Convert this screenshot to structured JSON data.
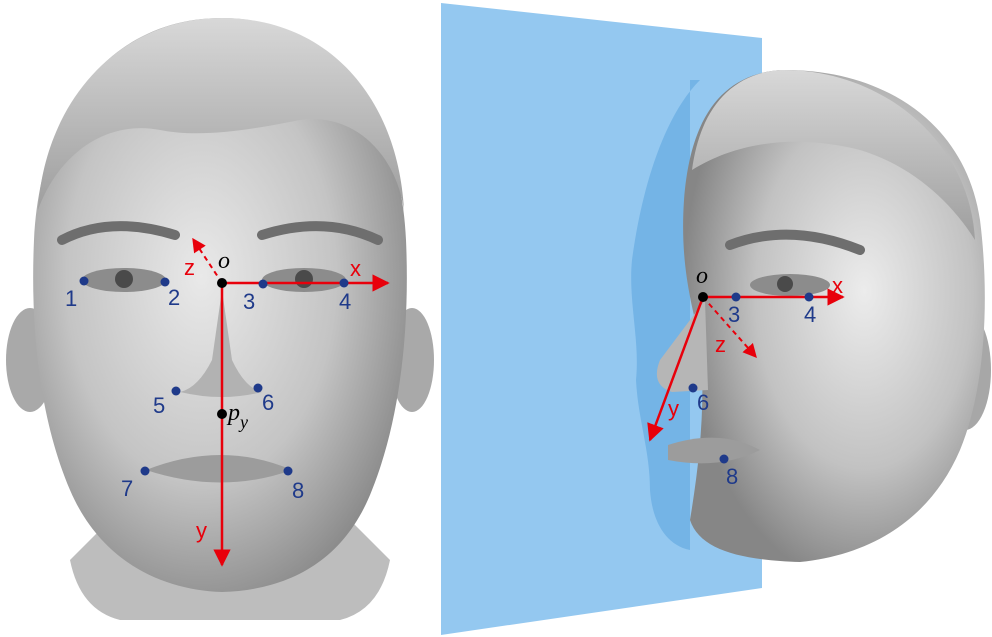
{
  "left_panel": {
    "origin_label": "o",
    "x_label": "x",
    "y_label": "y",
    "z_label": "z",
    "py_main": "p",
    "py_sub": "y",
    "points": [
      "1",
      "2",
      "3",
      "4",
      "5",
      "6",
      "7",
      "8"
    ]
  },
  "right_panel": {
    "origin_label": "o",
    "x_label": "x",
    "y_label": "y",
    "z_label": "z",
    "points": [
      "3",
      "4",
      "6",
      "8"
    ]
  },
  "colors": {
    "axis": "#e8000b",
    "point": "#1f3a8a",
    "origin": "#000000",
    "plane": "#8ec5ef",
    "skin": "#c9c9c9"
  }
}
